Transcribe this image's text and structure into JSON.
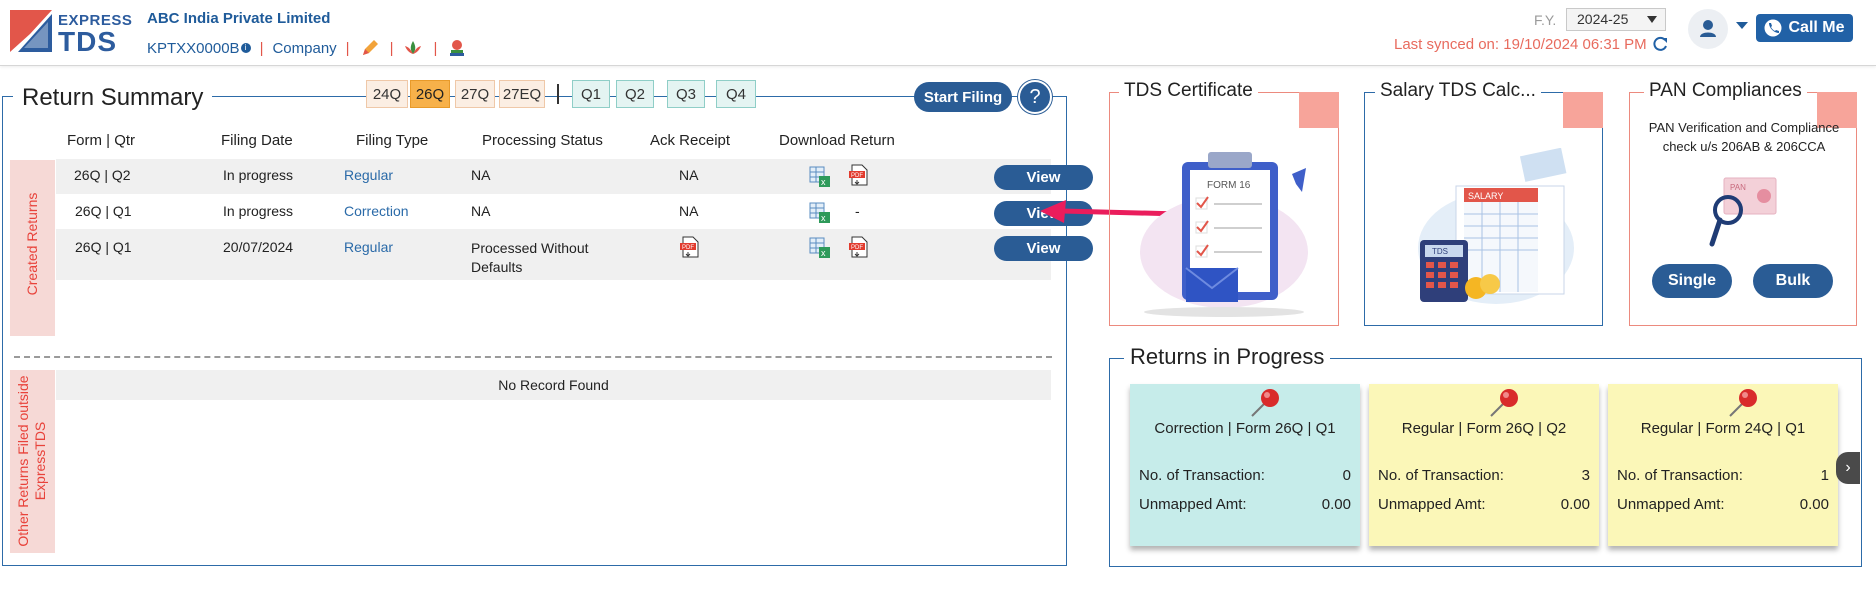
{
  "brand": {
    "logo_top": "EXPRESS",
    "logo_bottom": "TDS",
    "accent": "#2161a6",
    "logo_red": "#e2564a"
  },
  "header": {
    "company_name": "ABC India Private Limited",
    "tan": "KPTXX0000B",
    "info_glyph": "i",
    "entity_type": "Company",
    "separator": "|",
    "fy_label": "F.Y.",
    "fy_value": "2024-25",
    "last_synced": "Last synced on: 19/10/2024 06:31 PM",
    "call_me": "Call Me"
  },
  "return_summary": {
    "title": "Return Summary",
    "form_tabs": [
      "24Q",
      "26Q",
      "27Q",
      "27EQ"
    ],
    "active_form_tab": "26Q",
    "quarter_tabs": [
      "Q1",
      "Q2",
      "Q3",
      "Q4"
    ],
    "start_filing": "Start Filing",
    "help": "?",
    "columns": [
      "Form | Qtr",
      "Filing Date",
      "Filing Type",
      "Processing Status",
      "Ack Receipt",
      "Download Return"
    ],
    "created_label": "Created Returns",
    "rows": [
      {
        "form_qtr": "26Q | Q2",
        "filing_date": "In progress",
        "filing_type": "Regular",
        "status_line1": "NA",
        "status_line2": "",
        "ack": "NA",
        "download_extra": "",
        "action": "View"
      },
      {
        "form_qtr": "26Q | Q1",
        "filing_date": "In progress",
        "filing_type": "Correction",
        "status_line1": "NA",
        "status_line2": "",
        "ack": "NA",
        "download_extra": "-",
        "action": "View"
      },
      {
        "form_qtr": "26Q | Q1",
        "filing_date": "20/07/2024",
        "filing_type": "Regular",
        "status_line1": "Processed Without",
        "status_line2": "Defaults",
        "ack": "",
        "download_extra": "",
        "action": "View"
      }
    ],
    "other_label_line1": "Other Returns Filed outside",
    "other_label_line2": "ExpressTDS",
    "no_record": "No Record Found"
  },
  "cards": {
    "tds_certificate": {
      "title": "TDS Certificate",
      "form_label": "FORM 16"
    },
    "salary_calc": {
      "title": "Salary TDS Calc...",
      "sheet_label": "SALARY",
      "calc_label": "TDS"
    },
    "pan": {
      "title": "PAN Compliances",
      "desc_line1": "PAN Verification and Compliance",
      "desc_line2": "check u/s 206AB & 206CCA",
      "card_label": "PAN",
      "single": "Single",
      "bulk": "Bulk"
    }
  },
  "returns_in_progress": {
    "title": "Returns in Progress",
    "txn_label": "No. of Transaction:",
    "amt_label": "Unmapped Amt:",
    "items": [
      {
        "heading": "Correction | Form 26Q | Q1",
        "transactions": "0",
        "amount": "0.00",
        "color": "#c6ecea"
      },
      {
        "heading": "Regular | Form 26Q | Q2",
        "transactions": "3",
        "amount": "0.00",
        "color": "#fbf7b8"
      },
      {
        "heading": "Regular | Form 24Q | Q1",
        "transactions": "1",
        "amount": "0.00",
        "color": "#fbf7b8"
      }
    ]
  },
  "icons": {
    "excel": "excel-download-icon",
    "pdf": "pdf-download-icon",
    "edit": "pencil-icon",
    "lotus": "lotus-icon",
    "emblem": "emblem-icon",
    "sync": "sync-icon",
    "user": "user-icon",
    "phone": "phone-icon",
    "pin": "pushpin-icon",
    "next": "chevron-right-icon"
  }
}
